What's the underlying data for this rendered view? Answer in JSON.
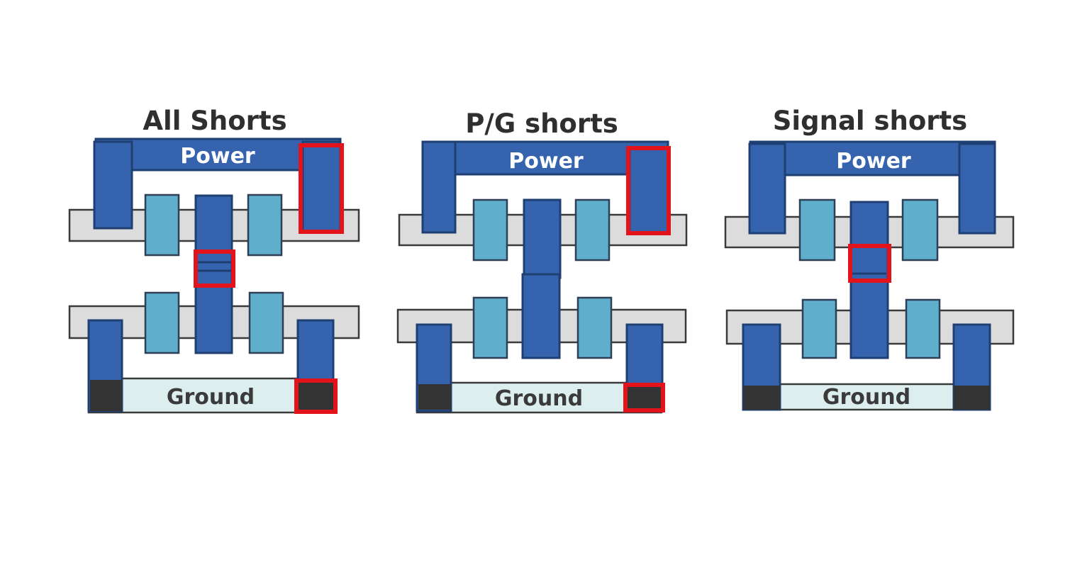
{
  "panels": [
    {
      "title": "All Shorts",
      "power_label": "Power",
      "ground_label": "Ground"
    },
    {
      "title": "P/G shorts",
      "power_label": "Power",
      "ground_label": "Ground"
    },
    {
      "title": "Signal shorts",
      "power_label": "Power",
      "ground_label": "Ground"
    }
  ],
  "colors": {
    "metal": "#3563ad",
    "gate": "#5faecb",
    "fin_strip": "#dcdcdc",
    "ground_rail": "#ddeeee",
    "via": "#333333",
    "short_highlight": "#e3131b",
    "title_text": "#2f2f2f",
    "power_text": "#ffffff",
    "ground_text": "#3a3a3a"
  }
}
